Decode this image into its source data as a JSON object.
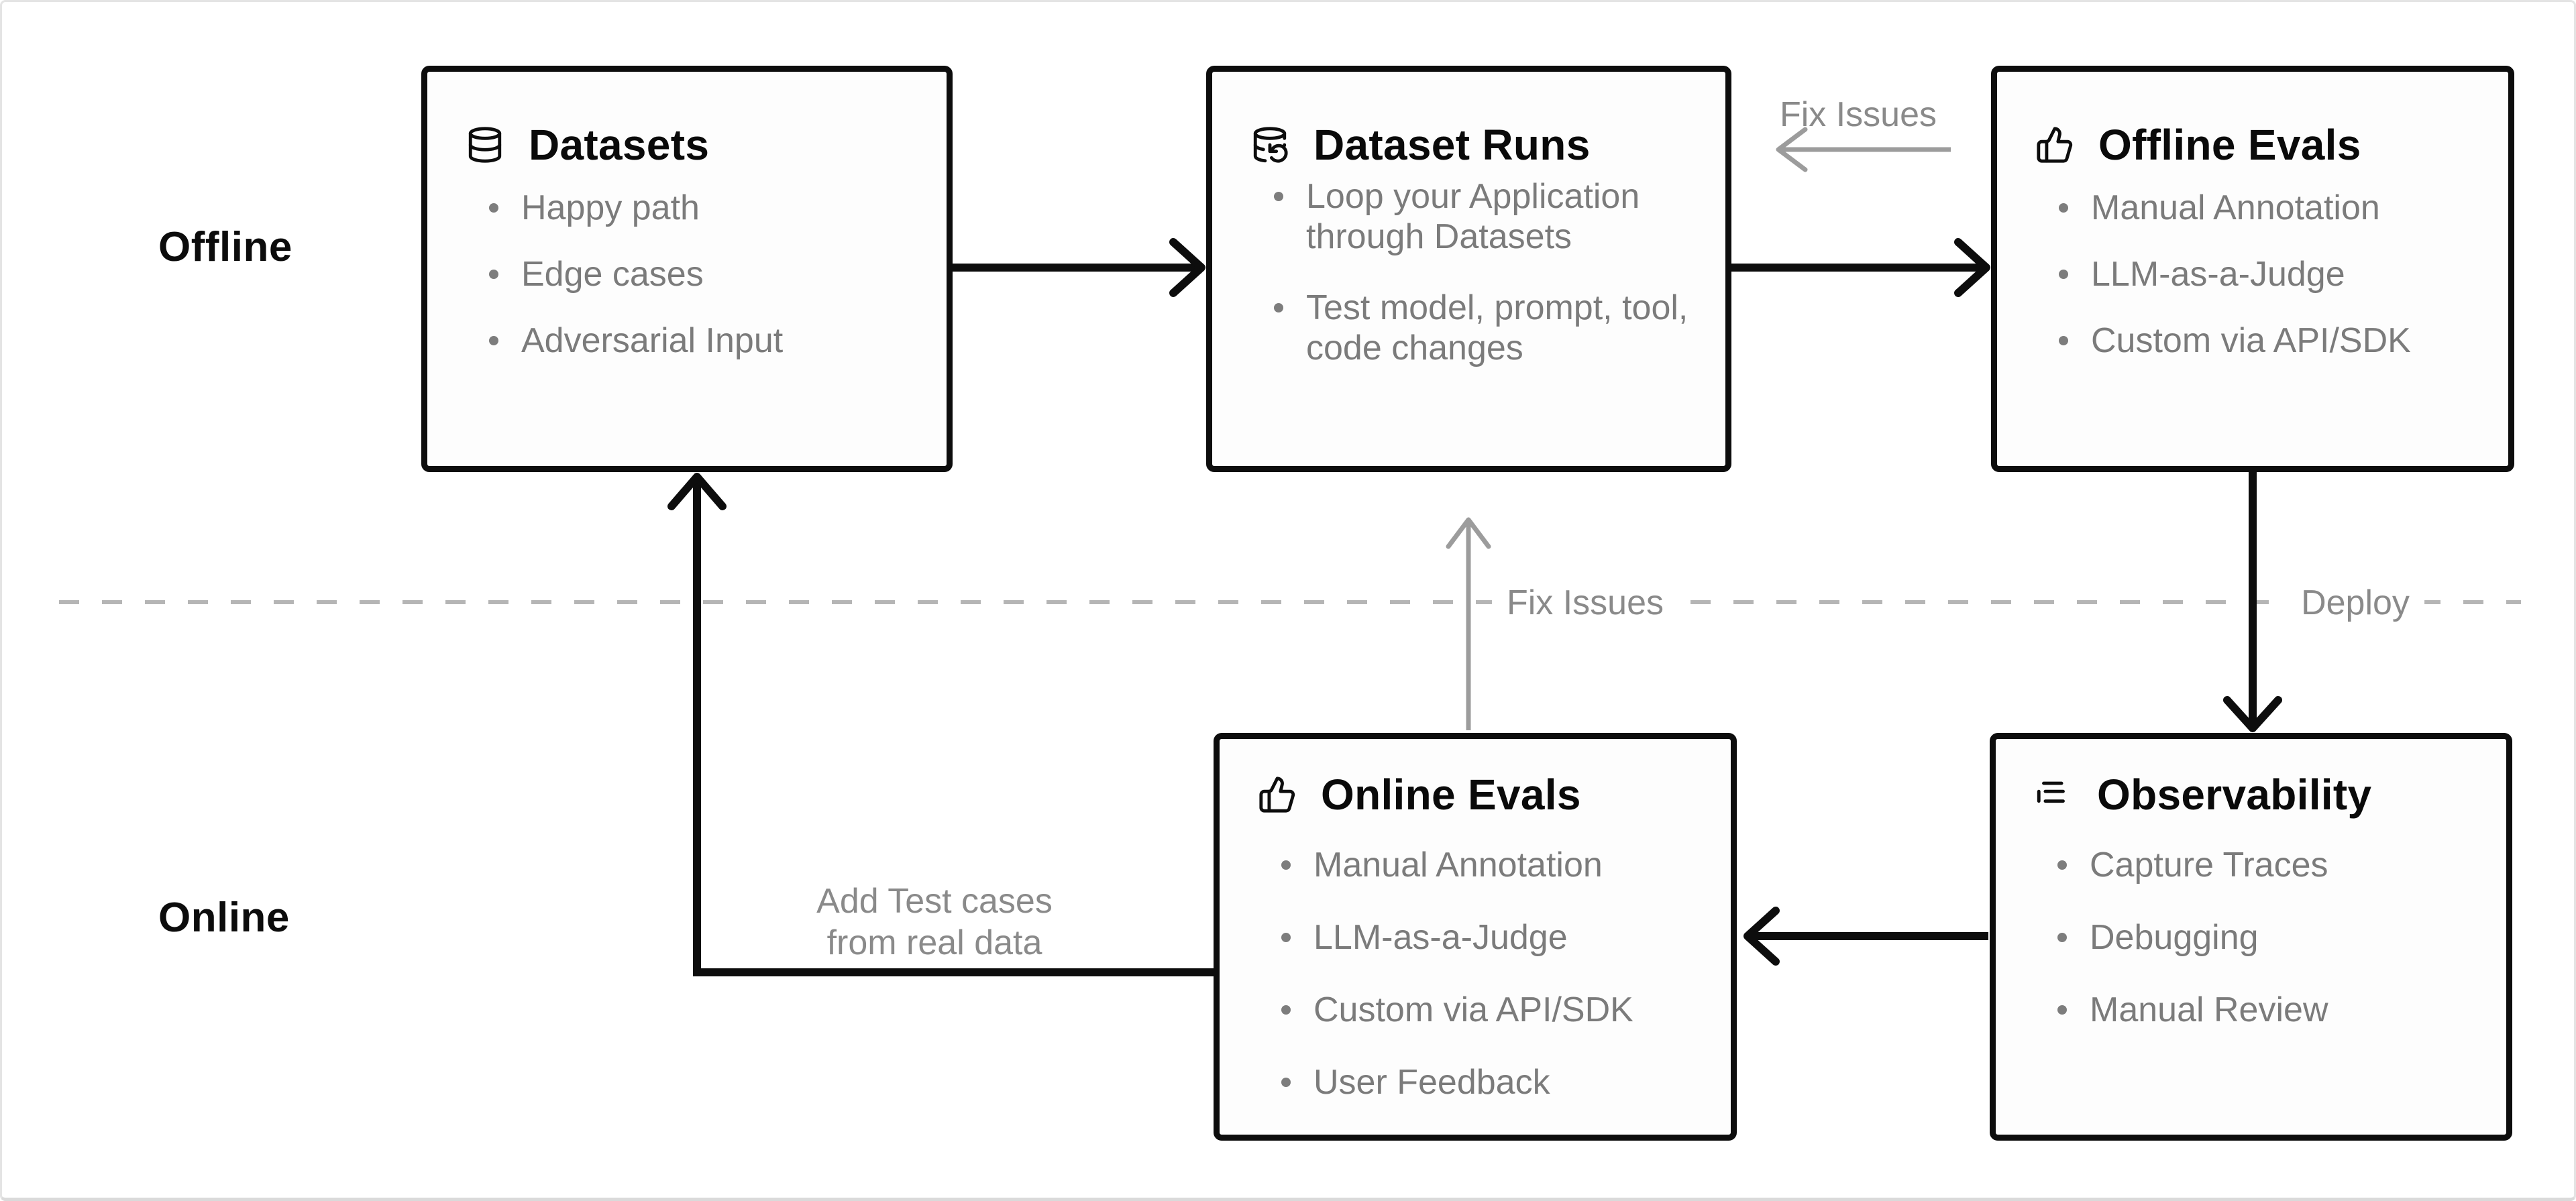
{
  "rows": {
    "offline": "Offline",
    "online": "Online"
  },
  "boxes": [
    {
      "id": "datasets",
      "icon": "database-icon",
      "title": "Datasets",
      "items": [
        "Happy path",
        "Edge cases",
        "Adversarial Input"
      ]
    },
    {
      "id": "dataset-runs",
      "icon": "database-backup-icon",
      "title": "Dataset Runs",
      "items": [
        "Loop your Application\nthrough Datasets",
        "Test model, prompt, tool,\ncode changes"
      ]
    },
    {
      "id": "offline-evals",
      "icon": "thumbs-up-icon",
      "title": "Offline Evals",
      "items": [
        "Manual Annotation",
        "LLM-as-a-Judge",
        "Custom via API/SDK"
      ]
    },
    {
      "id": "online-evals",
      "icon": "thumbs-up-icon",
      "title": "Online Evals",
      "items": [
        "Manual Annotation",
        "LLM-as-a-Judge",
        "Custom via API/SDK",
        "User Feedback"
      ]
    },
    {
      "id": "observability",
      "icon": "logs-icon",
      "title": "Observability",
      "items": [
        "Capture Traces",
        "Debugging",
        "Manual Review"
      ]
    }
  ],
  "connectors": {
    "fix_issues_top": "Fix Issues",
    "fix_issues_middle": "Fix Issues",
    "deploy": "Deploy",
    "add_test_cases": "Add Test cases\nfrom real data"
  },
  "colors": {
    "background": "#ffffff",
    "box_border": "#0d0d0d",
    "title_text": "#0a0a0a",
    "bullet_text": "#7b7b7b",
    "arrow_black": "#0d0d0d",
    "arrow_gray": "#9c9c9c",
    "label_gray": "#8a8a8a",
    "divider_dash": "#b5b5b5"
  }
}
